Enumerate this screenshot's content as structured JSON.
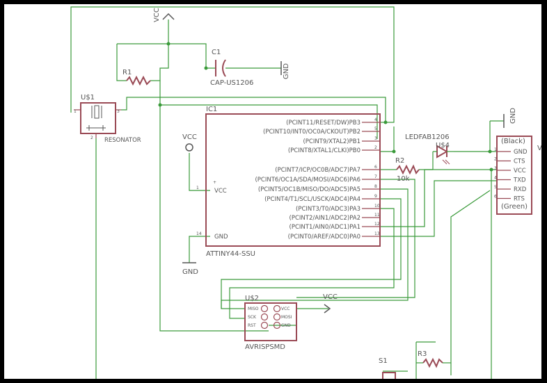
{
  "labels": {
    "vcc_top": "VCC",
    "c1": "C1",
    "c1_value": "CAP-US1206",
    "gnd_c1": "GND",
    "r1": "R1",
    "u1": "U$1",
    "resonator": "RESONATOR",
    "res_pin1": "1",
    "res_pin2": "2",
    "res_pin3": "3",
    "ic1": "IC1",
    "ic1_part": "ATTINY44-SSU",
    "vcc_left": "VCC",
    "gnd_bottom": "GND",
    "u2": "U$2",
    "u2_part": "AVRISPSMD",
    "vcc_u2": "VCC",
    "led": "LEDFAB1206",
    "u4": "U$4",
    "r2": "R2",
    "r2_value": "10k",
    "gnd_right": "GND",
    "s1": "S1",
    "r3": "R3",
    "ftdi_cut": "V"
  },
  "ic1_pins_right": [
    {
      "name": "(PCINT11/RESET/DW)PB3",
      "num": "4"
    },
    {
      "name": "(PCINT10/INT0/OC0A/CKOUT)PB2",
      "num": "5"
    },
    {
      "name": "(PCINT9/XTAL2)PB1",
      "num": "3"
    },
    {
      "name": "(PCINT8/XTAL1/CLKI)PB0",
      "num": "2"
    },
    {
      "name": "(PCINT7/ICP/OC0B/ADC7)PA7",
      "num": "6"
    },
    {
      "name": "(PCINT6/OC1A/SDA/MOSI/ADC6)PA6",
      "num": "7"
    },
    {
      "name": "(PCINT5/OC1B/MISO/DO/ADC5)PA5",
      "num": "8"
    },
    {
      "name": "(PCINT4/T1/SCL/USCK/ADC4)PA4",
      "num": "9"
    },
    {
      "name": "(PCINT3/T0/ADC3)PA3",
      "num": "10"
    },
    {
      "name": "(PCINT2/AIN1/ADC2)PA2",
      "num": "11"
    },
    {
      "name": "(PCINT1/AIN0/ADC1)PA1",
      "num": "12"
    },
    {
      "name": "(PCINT0/AREF/ADC0)PA0",
      "num": "13"
    }
  ],
  "ic1_pins_left": [
    {
      "name": "VCC",
      "num": "1"
    },
    {
      "name": "GND",
      "num": "14"
    }
  ],
  "ic1_plus": "+",
  "u2_pins_left": [
    "MISO",
    "SCK",
    "RST"
  ],
  "u2_pins_right": [
    "VCC",
    "MOSI",
    "GND"
  ],
  "ftdi_pins": [
    {
      "name": "GND",
      "num": "1"
    },
    {
      "name": "CTS",
      "num": "2"
    },
    {
      "name": "VCC",
      "num": "3"
    },
    {
      "name": "TXD",
      "num": "4"
    },
    {
      "name": "RXD",
      "num": "5"
    },
    {
      "name": "RTS",
      "num": "6"
    }
  ],
  "ftdi_top": "(Black)",
  "ftdi_bottom": "(Green)",
  "colors": {
    "wire": "#3a9a3a",
    "part": "#9a4a55",
    "text": "#555555",
    "border": "#000000"
  }
}
